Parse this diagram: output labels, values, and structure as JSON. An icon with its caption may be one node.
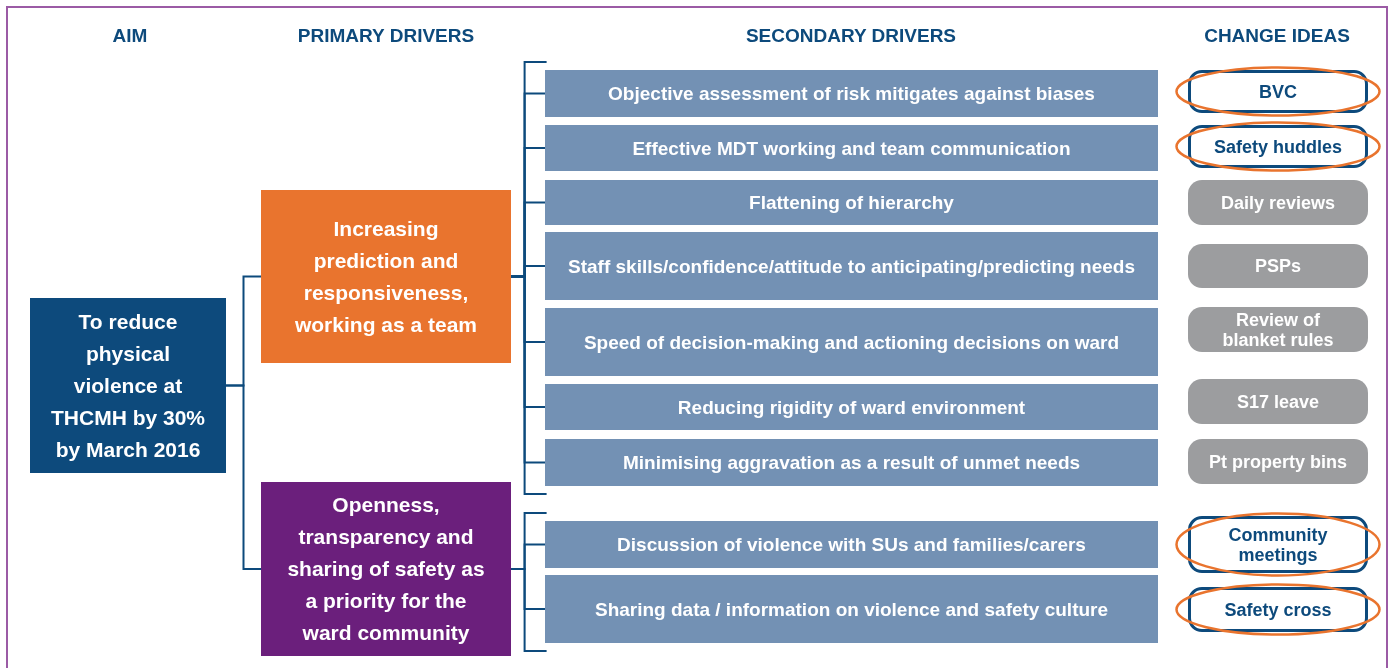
{
  "diagram": {
    "nodes": [
      {
        "text": [
          "To reduce physical violence at THCMH by 30% by March 2016"
        ]
      },
      {
        "text": [
          "**Increasing prediction** and **responsiveness,** working as a **team**"
        ]
      },
      {
        "text": [
          "Openness, transparency and sharing of safety as a priority for the ward community"
        ]
      },
      {
        "text": [
          "Objective assessment of risk mitigates against biases"
        ]
      },
      {
        "text": [
          "Effective MDT working and team communication"
        ]
      },
      {
        "text": [
          "Flattening of hierarchy"
        ]
      },
      {
        "text": [
          "Staff skills/confidence/attitude to anticipating/predicting needs"
        ]
      },
      {
        "text": [
          "Speed of decision-making and actioning decisions on ward"
        ]
      },
      {
        "text": [
          "Reducing rigidity of ward environment"
        ]
      },
      {
        "text": [
          "Minimising aggravation as a result of unmet needs"
        ]
      },
      {
        "text": [
          "Discussion of violence with SUs and families/carers"
        ]
      },
      {
        "text": [
          "Sharing data / information on violence and safety culture"
        ]
      },
      {
        "text": [
          "BVC"
        ]
      },
      {
        "text": [
          "Safety huddles"
        ]
      },
      {
        "text": [
          "Daily reviews"
        ]
      },
      {
        "text": [
          "PSPs"
        ]
      },
      {
        "text": [
          "Review of blanket rules"
        ]
      },
      {
        "text": [
          "S17 leave"
        ]
      },
      {
        "text": [
          "Pt property bins"
        ]
      },
      {
        "text": [
          "Community meetings"
        ]
      },
      {
        "text": [
          "Safety cross"
        ]
      }
    ],
    "edges": [
      {
        "from": 0,
        "to": 1,
        "arrow": "none"
      },
      {
        "from": 0,
        "to": 2,
        "arrow": "none"
      },
      {
        "from": 1,
        "to": 3,
        "arrow": "none"
      },
      {
        "from": 1,
        "to": 4,
        "arrow": "none"
      },
      {
        "from": 1,
        "to": 5,
        "arrow": "none"
      },
      {
        "from": 1,
        "to": 6,
        "arrow": "none"
      },
      {
        "from": 1,
        "to": 7,
        "arrow": "none"
      },
      {
        "from": 1,
        "to": 8,
        "arrow": "none"
      },
      {
        "from": 1,
        "to": 9,
        "arrow": "none"
      },
      {
        "from": 2,
        "to": 10,
        "arrow": "none"
      },
      {
        "from": 2,
        "to": 11,
        "arrow": "none"
      }
    ],
    "labels": [
      "AIM",
      "PRIMARY DRIVERS",
      "SECONDARY DRIVERS",
      "CHANGE IDEAS"
    ]
  }
}
